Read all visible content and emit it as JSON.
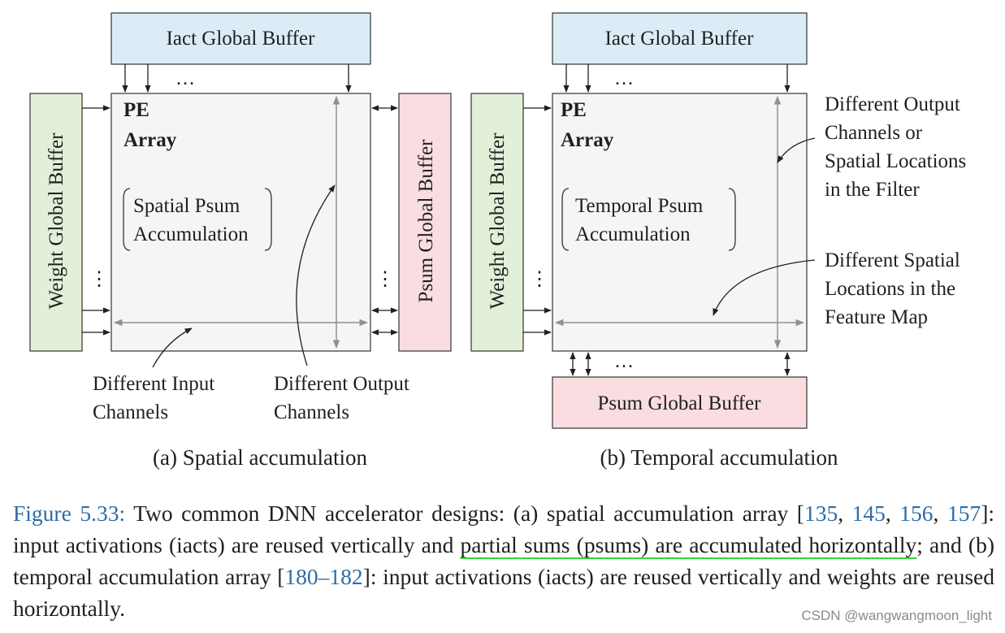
{
  "left": {
    "iact_buffer": "Iact Global Buffer",
    "weight_buffer": "Weight Global Buffer",
    "psum_buffer": "Psum Global Buffer",
    "pe_line1": "PE",
    "pe_line2": "Array",
    "box_line1": "Spatial Psum",
    "box_line2": "Accumulation",
    "ann_input_1": "Different Input",
    "ann_input_2": "Channels",
    "ann_output_1": "Different Output",
    "ann_output_2": "Channels",
    "subcaption": "(a) Spatial accumulation"
  },
  "right": {
    "iact_buffer": "Iact Global Buffer",
    "weight_buffer": "Weight Global Buffer",
    "psum_buffer": "Psum Global Buffer",
    "pe_line1": "PE",
    "pe_line2": "Array",
    "box_line1": "Temporal Psum",
    "box_line2": "Accumulation",
    "ann_out_1": "Different Output",
    "ann_out_2": "Channels or",
    "ann_out_3": "Spatial Locations",
    "ann_out_4": "in the Filter",
    "ann_sp_1": "Different Spatial",
    "ann_sp_2": "Locations in the",
    "ann_sp_3": "Feature Map",
    "subcaption": "(b) Temporal accumulation"
  },
  "ellipsis": "…",
  "ellipsis_v": "⋮",
  "caption": {
    "label": "Figure 5.33:",
    "t1": " Two common DNN accelerator designs: (a) spatial accumulation array [",
    "r1": "135",
    "c1": ", ",
    "r2": "145",
    "c2": ", ",
    "r3": "156",
    "c3": ", ",
    "r4": "157",
    "t2": "]: input activations (iacts) are reused vertically and ",
    "u1": "partial sums (psums) are accumulated horizontally",
    "t3": "; and (b) temporal accumulation array [",
    "r5": "180–182",
    "t4": "]: input activations (iacts) are reused vertically and weights are reused horizontally."
  },
  "watermark": "CSDN @wangwangmoon_light",
  "colors": {
    "iact_fill": "#dcecf7",
    "weight_fill": "#e2f0d9",
    "psum_fill": "#f9dde0",
    "pe_fill": "#f4f5f7",
    "caption_link": "#2e6da4",
    "underline": "#3ad13a",
    "gray_arrow": "#909090"
  }
}
